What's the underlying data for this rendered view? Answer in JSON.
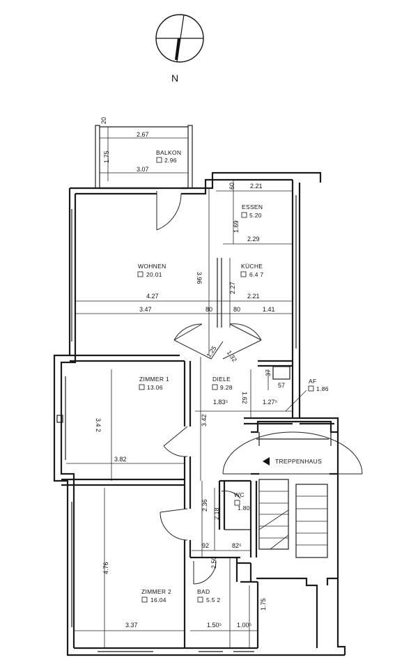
{
  "compass": {
    "label": "N"
  },
  "rooms": {
    "balkon": {
      "name": "BALKON",
      "area": "2.96"
    },
    "wohnen": {
      "name": "WOHNEN",
      "area": "20.01"
    },
    "essen": {
      "name": "ESSEN",
      "area": "5.20"
    },
    "kueche": {
      "name": "KÜCHE",
      "area": "6.4 7"
    },
    "zimmer1": {
      "name": "ZIMMER 1",
      "area": "13.06"
    },
    "diele": {
      "name": "DIELE",
      "area": "9.28"
    },
    "af": {
      "name": "AF",
      "area": "1.86"
    },
    "treppenhaus": {
      "name": "TREPPENHAUS"
    },
    "wc": {
      "name": "WC",
      "area": "1.80"
    },
    "zimmer2": {
      "name": "ZIMMER 2",
      "area": "16.04"
    },
    "bad": {
      "name": "BAD",
      "area": "5.5 2"
    }
  },
  "dimensions": {
    "d20": "20",
    "d267": "2.67",
    "d175a": "1.75",
    "d307": "3.07",
    "d60": "60",
    "d221a": "2.21",
    "d169": "1.69",
    "d229": "2.29",
    "d396": "3.96",
    "d227": "2.27",
    "d427": "4.27",
    "d221b": "2.21",
    "d347": "3.47",
    "d80a": "80",
    "d80b": "80",
    "d141": "1.41",
    "d125": "1.25",
    "d132": "1.32",
    "d37": "37",
    "d57": "57",
    "d162": "1.62",
    "d183": "1.83⁵",
    "d127": "1.27⁵",
    "d342a": "3.4 2",
    "d342b": "3.42",
    "d382": "3.82",
    "d236": "2.36",
    "d218": "2.18",
    "d92": "92",
    "d82": "82⁵",
    "d250": "2.50",
    "d476": "4.76",
    "d337": "3.37",
    "d150": "1.50⁵",
    "d100": "1.00⁵",
    "d175b": "1.75"
  }
}
